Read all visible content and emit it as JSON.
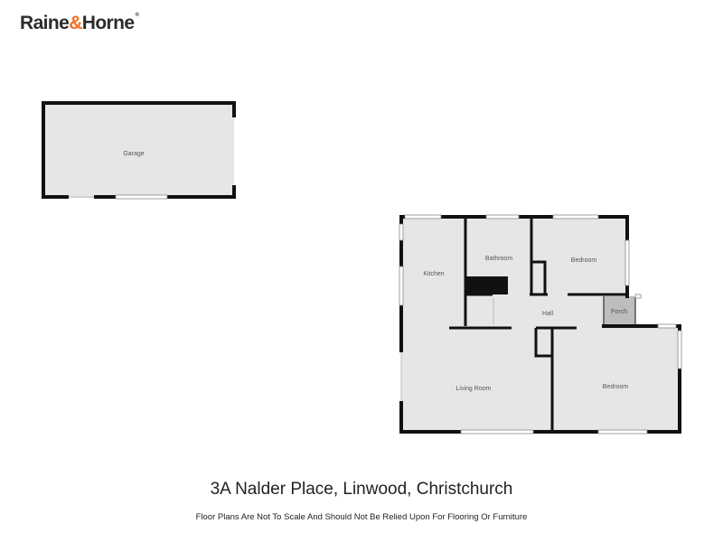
{
  "brand": {
    "name_part1": "Raine",
    "ampersand": "&",
    "name_part2": "Horne",
    "registered_mark": "®",
    "accent_color": "#f26f21",
    "text_color": "#2b2b2b"
  },
  "floor_plan": {
    "rooms": {
      "garage": "Garage",
      "kitchen": "Kitchen",
      "bathroom": "Bathroom",
      "bedroom_1": "Bedroom",
      "hall": "Hall",
      "porch": "Porch",
      "living_room": "Living Room",
      "bedroom_2": "Bedroom"
    },
    "colors": {
      "floor": "#e6e6e6",
      "wall": "#111111",
      "porch_floor": "#bdbdbd"
    }
  },
  "footer": {
    "address": "3A Nalder Place, Linwood, Christchurch",
    "disclaimer": "Floor Plans Are Not To Scale And Should Not Be Relied Upon For Flooring Or Furniture"
  }
}
